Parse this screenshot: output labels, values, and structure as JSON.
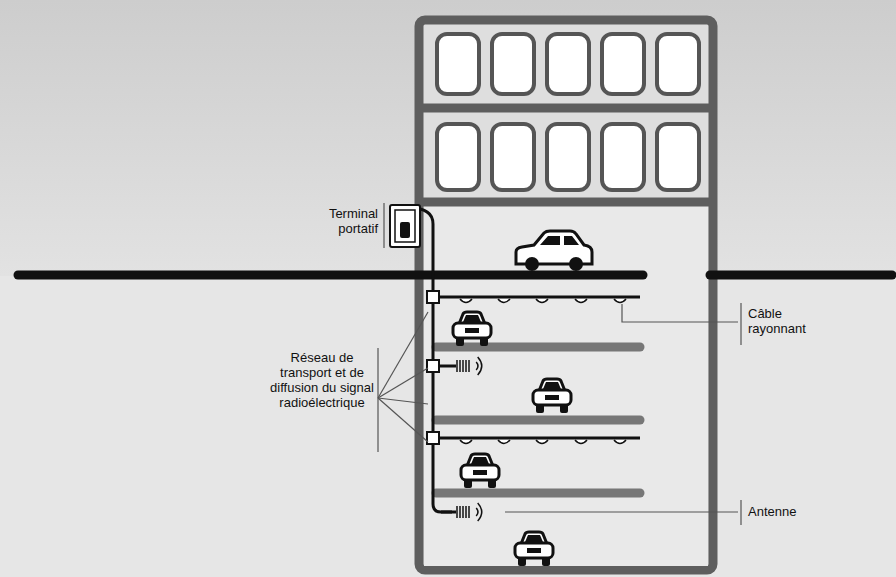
{
  "diagram": {
    "labels": [
      "Terminal portatif",
      "Réseau de transport et de diffusion du signal radioélectrique",
      "Câble rayonnant",
      "Antenne"
    ]
  }
}
